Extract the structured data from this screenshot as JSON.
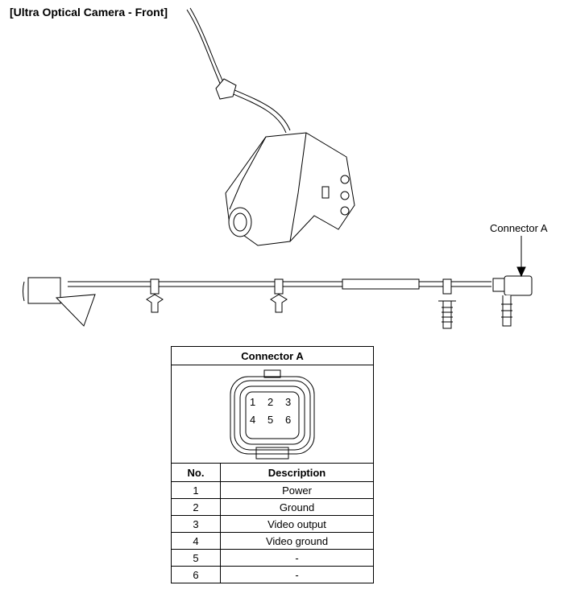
{
  "title": "[Ultra Optical Camera - Front]",
  "callout": "Connector A",
  "table": {
    "title": "Connector A",
    "pins_layout": [
      [
        "1",
        "2",
        "3"
      ],
      [
        "4",
        "5",
        "6"
      ]
    ],
    "headers": {
      "no": "No.",
      "description": "Description"
    },
    "rows": [
      {
        "no": "1",
        "description": "Power"
      },
      {
        "no": "2",
        "description": "Ground"
      },
      {
        "no": "3",
        "description": "Video output"
      },
      {
        "no": "4",
        "description": "Video ground"
      },
      {
        "no": "5",
        "description": "-"
      },
      {
        "no": "6",
        "description": "-"
      }
    ]
  }
}
